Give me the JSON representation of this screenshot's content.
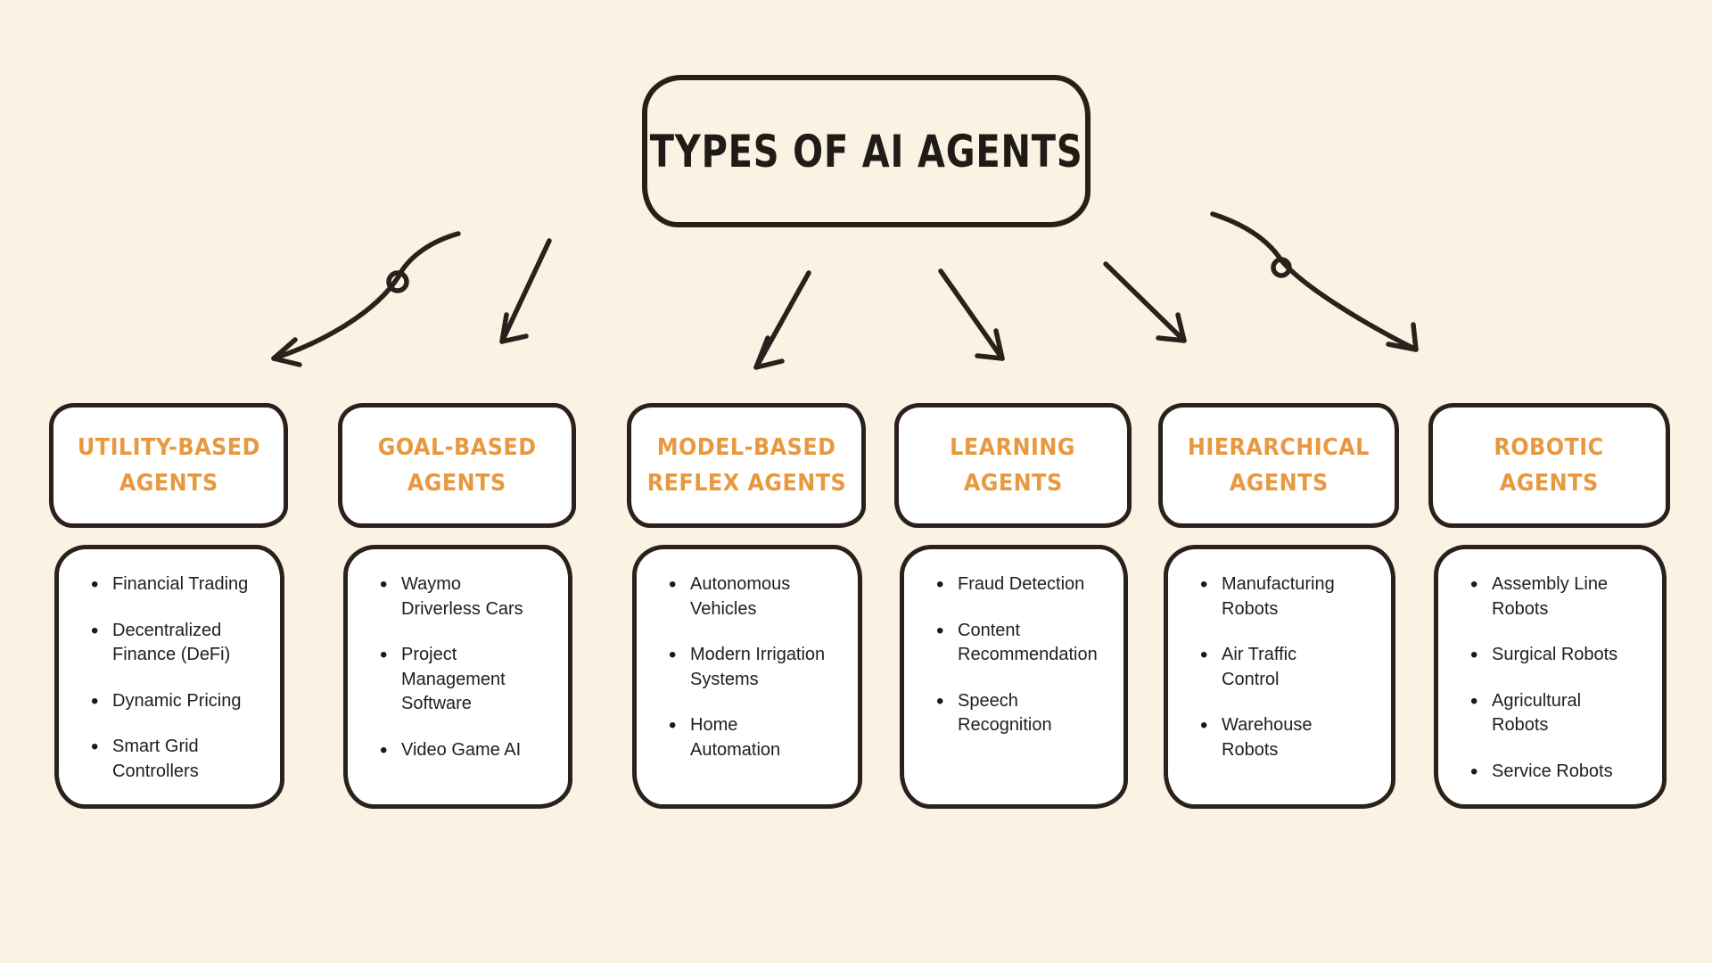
{
  "title": "TYPES OF AI AGENTS",
  "colors": {
    "background": "#FAF3E3",
    "box_fill": "#FFFFFF",
    "stroke_dark": "#2A211C",
    "accent_orange": "#E8993F",
    "body_text": "#211E1C"
  },
  "connectors": [
    {
      "name": "curved-loop-arrow",
      "to": "utility-based-agents"
    },
    {
      "name": "straight-arrow",
      "to": "goal-based-agents"
    },
    {
      "name": "straight-arrow",
      "to": "model-based-reflex-agents"
    },
    {
      "name": "straight-arrow",
      "to": "learning-agents"
    },
    {
      "name": "straight-arrow",
      "to": "hierarchical-agents"
    },
    {
      "name": "curved-loop-arrow",
      "to": "robotic-agents"
    }
  ],
  "columns": [
    {
      "id": "utility-based-agents",
      "title_lines": [
        "UTILITY-BASED",
        "AGENTS"
      ],
      "items": [
        "Financial Trading",
        "Decentralized\nFinance (DeFi)",
        "Dynamic Pricing",
        "Smart Grid\nControllers"
      ]
    },
    {
      "id": "goal-based-agents",
      "title_lines": [
        "GOAL-BASED",
        "AGENTS"
      ],
      "items": [
        "Waymo\nDriverless Cars",
        "Project\nManagement\nSoftware",
        "Video Game AI"
      ]
    },
    {
      "id": "model-based-reflex-agents",
      "title_lines": [
        "MODEL-BASED",
        "REFLEX AGENTS"
      ],
      "items": [
        "Autonomous\nVehicles",
        "Modern Irrigation\nSystems",
        "Home\nAutomation"
      ]
    },
    {
      "id": "learning-agents",
      "title_lines": [
        "LEARNING",
        "AGENTS"
      ],
      "items": [
        "Fraud Detection",
        "Content\nRecommendation",
        "Speech\nRecognition"
      ]
    },
    {
      "id": "hierarchical-agents",
      "title_lines": [
        "HIERARCHICAL",
        "AGENTS"
      ],
      "items": [
        "Manufacturing\nRobots",
        "Air Traffic\nControl",
        "Warehouse\nRobots"
      ]
    },
    {
      "id": "robotic-agents",
      "title_lines": [
        "ROBOTIC",
        "AGENTS"
      ],
      "items": [
        "Assembly Line\nRobots",
        "Surgical Robots",
        "Agricultural\nRobots",
        "Service Robots"
      ]
    }
  ]
}
